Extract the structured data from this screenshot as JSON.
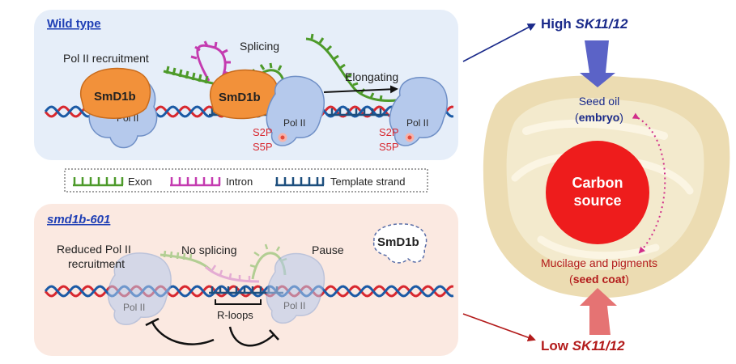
{
  "wild_type": {
    "title": "Wild type",
    "pol2_recruitment": "Pol II recruitment",
    "splicing": "Splicing",
    "elongating": "Elongating",
    "smd1b": "SmD1b",
    "pol2": "Pol II",
    "s2p": "S2P",
    "s5p": "S5P"
  },
  "legend": {
    "exon": "Exon",
    "intron": "Intron",
    "template": "Template strand"
  },
  "mutant": {
    "title": "smd1b-601",
    "reduced_line1": "Reduced Pol II",
    "reduced_line2": "recruitment",
    "no_splicing": "No splicing",
    "pause": "Pause",
    "smd1b": "SmD1b",
    "pol2": "Pol II",
    "rloops": "R-loops"
  },
  "seed": {
    "high_prefix": "High ",
    "high_gene": "SK11/12",
    "low_prefix": "Low ",
    "low_gene": "SK11/12",
    "seed_oil": "Seed oil",
    "embryo": "embryo",
    "carbon_line1": "Carbon",
    "carbon_line2": "source",
    "mucilage": "Mucilage and pigments",
    "seed_coat": "seed coat"
  },
  "colors": {
    "wt_panel": "#e6eef9",
    "mut_panel": "#fbe9e1",
    "dna_red": "#d8282f",
    "dna_blue": "#1b5aa5",
    "exon_green": "#4d9a2a",
    "intron_magenta": "#c43bb0",
    "template_navy": "#1d4f7e",
    "smd1b_orange": "#f2913a",
    "polii_blue": "#b5c9ec",
    "seed_fill": "#ecdcb2",
    "carbon_red": "#ee1c1c",
    "high_navy": "#1a2a8a",
    "low_red": "#b31b1b"
  }
}
